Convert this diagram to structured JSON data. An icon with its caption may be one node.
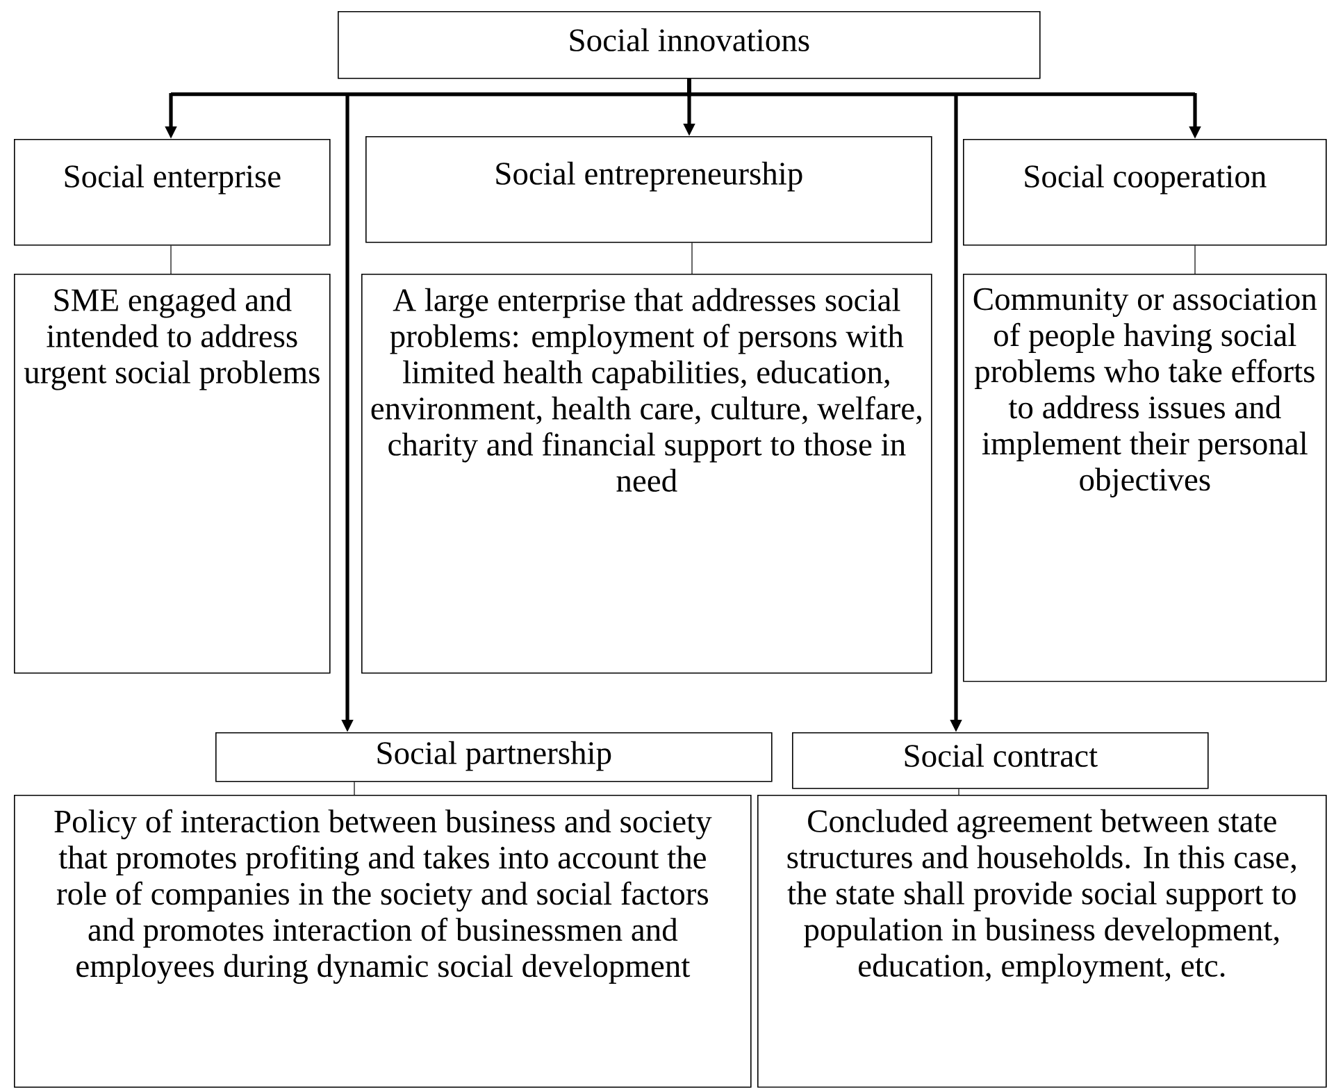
{
  "diagram": {
    "nodes": [
      {
        "text": [
          "Social innovations"
        ]
      },
      {
        "text": [
          "Social enterprise"
        ]
      },
      {
        "text": [
          "Social entrepreneurship"
        ]
      },
      {
        "text": [
          "Social cooperation"
        ]
      },
      {
        "text": [
          "SME engaged and intended to address urgent social problems"
        ]
      },
      {
        "text": [
          "A large enterprise that addresses social problems: employment of persons with limited health capabilities, education, environment, health care, culture, welfare, charity and financial support to those in need"
        ]
      },
      {
        "text": [
          "Community or association of people having social problems who take efforts to address issues and implement their personal objectives"
        ]
      },
      {
        "text": [
          "Social partnership"
        ]
      },
      {
        "text": [
          "Social contract"
        ]
      },
      {
        "text": [
          "Policy of interaction between business and society that promotes profiting and takes into account the role of companies in the society and social factors and promotes interaction of businessmen and employees during dynamic social development"
        ]
      },
      {
        "text": [
          "Concluded agreement between state structures and households. In this case, the state shall provide social support to population in business development, education, employment, etc."
        ]
      }
    ],
    "edges": [
      {
        "from": 0,
        "to": 1,
        "arrow": "to",
        "style": "thick"
      },
      {
        "from": 0,
        "to": 2,
        "arrow": "to",
        "style": "thick"
      },
      {
        "from": 0,
        "to": 3,
        "arrow": "to",
        "style": "thick"
      },
      {
        "from": 0,
        "to": 7,
        "arrow": "to",
        "style": "thick"
      },
      {
        "from": 0,
        "to": 8,
        "arrow": "to",
        "style": "thick"
      },
      {
        "from": 1,
        "to": 4,
        "arrow": "none"
      },
      {
        "from": 2,
        "to": 5,
        "arrow": "none"
      },
      {
        "from": 3,
        "to": 6,
        "arrow": "none"
      },
      {
        "from": 7,
        "to": 9,
        "arrow": "none"
      },
      {
        "from": 8,
        "to": 10,
        "arrow": "none"
      }
    ]
  }
}
